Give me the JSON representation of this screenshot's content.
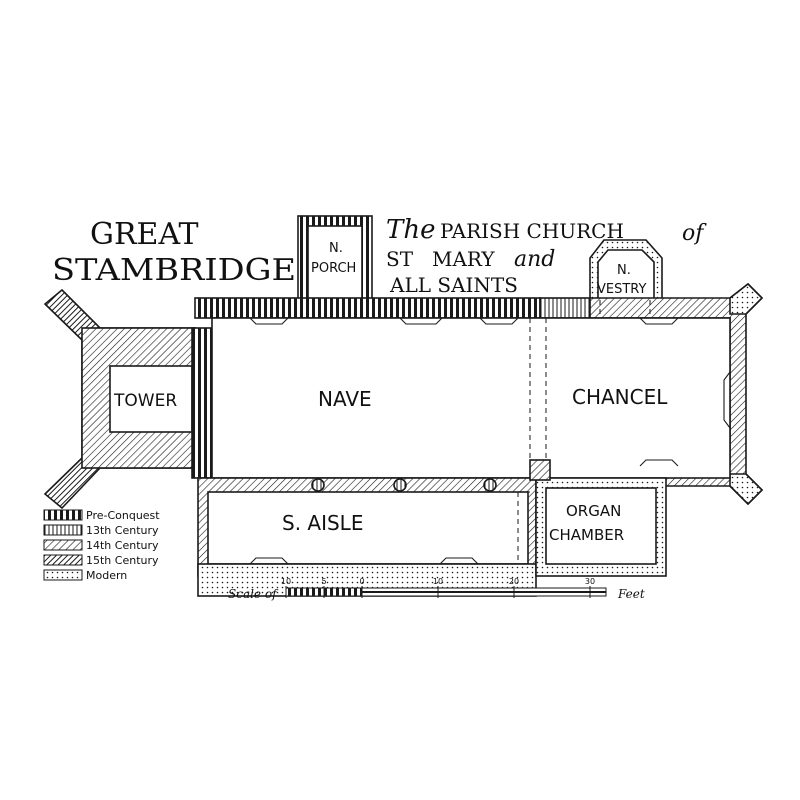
{
  "title": {
    "line1": "GREAT",
    "line2": "STAMBRIDGE"
  },
  "subtitle": {
    "the": "The",
    "parish_church": "PARISH CHURCH",
    "of": "of",
    "st": "ST",
    "mary": "MARY",
    "and": "and",
    "all_saints": "ALL SAINTS"
  },
  "rooms": {
    "tower": "TOWER",
    "nave": "NAVE",
    "chancel": "CHANCEL",
    "s_aisle": "S. AISLE",
    "organ_chamber_1": "ORGAN",
    "organ_chamber_2": "CHAMBER",
    "n_porch_1": "N.",
    "n_porch_2": "PORCH",
    "n_vestry_1": "N.",
    "n_vestry_2": "VESTRY"
  },
  "legend": [
    {
      "label": "Pre-Conquest",
      "pattern": "pre-conquest"
    },
    {
      "label": "13th Century",
      "pattern": "13th"
    },
    {
      "label": "14th Century",
      "pattern": "14th"
    },
    {
      "label": "15th Century",
      "pattern": "15th"
    },
    {
      "label": "Modern",
      "pattern": "modern"
    }
  ],
  "scale": {
    "prefix": "Scale of",
    "suffix": "Feet",
    "ticks": [
      "10",
      "5",
      "0",
      "10",
      "20",
      "30"
    ]
  },
  "colors": {
    "ink": "#1a1a1a",
    "paper": "#ffffff"
  }
}
